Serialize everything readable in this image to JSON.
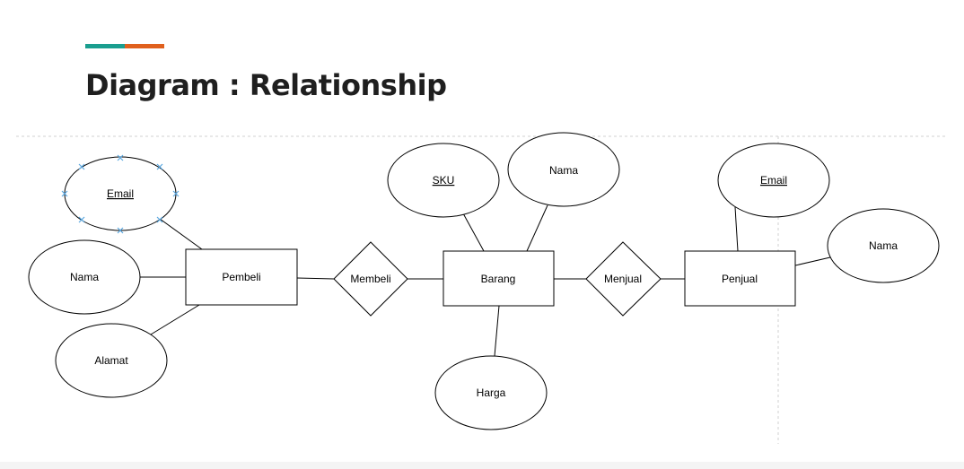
{
  "slide": {
    "title": "Diagram : Relationship",
    "accent_colors": [
      "#1a9e8f",
      "#e0601d"
    ]
  },
  "diagram": {
    "entities": [
      {
        "id": "pembeli",
        "label": "Pembeli"
      },
      {
        "id": "barang",
        "label": "Barang"
      },
      {
        "id": "penjual",
        "label": "Penjual"
      }
    ],
    "relationships": [
      {
        "id": "membeli",
        "label": "Membeli"
      },
      {
        "id": "menjual",
        "label": "Menjual"
      }
    ],
    "attributes": [
      {
        "id": "pembeli-email",
        "label": "Email",
        "key": true
      },
      {
        "id": "pembeli-nama",
        "label": "Nama",
        "key": false
      },
      {
        "id": "pembeli-alamat",
        "label": "Alamat",
        "key": false
      },
      {
        "id": "barang-sku",
        "label": "SKU",
        "key": true
      },
      {
        "id": "barang-nama",
        "label": "Nama",
        "key": false
      },
      {
        "id": "barang-harga",
        "label": "Harga",
        "key": false
      },
      {
        "id": "penjual-email",
        "label": "Email",
        "key": true
      },
      {
        "id": "penjual-nama",
        "label": "Nama",
        "key": false
      }
    ],
    "links": [
      [
        "pembeli-email",
        "pembeli"
      ],
      [
        "pembeli-nama",
        "pembeli"
      ],
      [
        "pembeli-alamat",
        "pembeli"
      ],
      [
        "pembeli",
        "membeli"
      ],
      [
        "membeli",
        "barang"
      ],
      [
        "barang-sku",
        "barang"
      ],
      [
        "barang-nama",
        "barang"
      ],
      [
        "barang-harga",
        "barang"
      ],
      [
        "barang",
        "menjual"
      ],
      [
        "menjual",
        "penjual"
      ],
      [
        "penjual-email",
        "penjual"
      ],
      [
        "penjual-nama",
        "penjual"
      ]
    ]
  }
}
